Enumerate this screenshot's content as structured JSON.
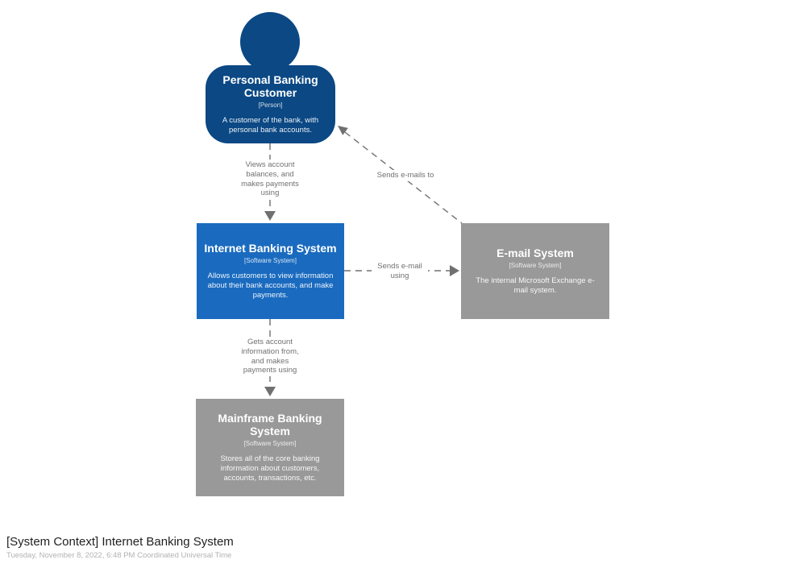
{
  "diagram": {
    "nodes": {
      "customer": {
        "title": "Personal Banking Customer",
        "meta": "[Person]",
        "description": "A customer of the bank, with personal bank accounts."
      },
      "internet_banking": {
        "title": "Internet Banking System",
        "meta": "[Software System]",
        "description": "Allows customers to view information about their bank accounts, and make payments."
      },
      "email": {
        "title": "E-mail System",
        "meta": "[Software System]",
        "description": "The internal Microsoft Exchange e-mail system."
      },
      "mainframe": {
        "title": "Mainframe Banking System",
        "meta": "[Software System]",
        "description": "Stores all of the core banking information about customers, accounts, transactions, etc."
      }
    },
    "edges": {
      "customer_to_ibs": "Views account balances, and makes payments using",
      "ibs_to_email": "Sends e-mail using",
      "email_to_customer": "Sends e-mails to",
      "ibs_to_mainframe": "Gets account information from, and makes payments using"
    },
    "colors": {
      "person": "#0b4884",
      "system": "#1a6bbf",
      "external": "#999999",
      "edge": "#707070"
    },
    "footer": {
      "title": "[System Context] Internet Banking System",
      "timestamp": "Tuesday, November 8, 2022, 6:48 PM Coordinated Universal Time"
    }
  }
}
